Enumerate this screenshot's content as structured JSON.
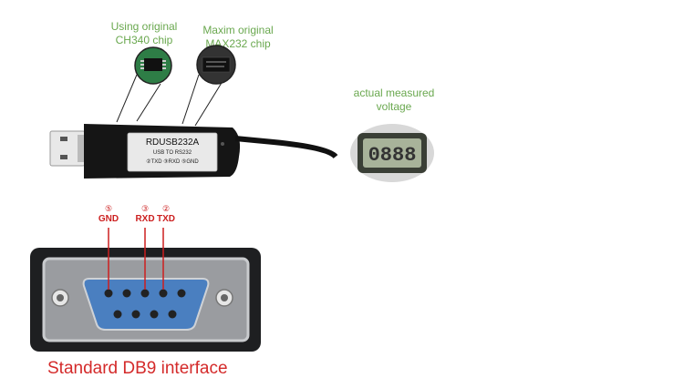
{
  "annotations": {
    "chip1_line1": "Using original",
    "chip1_line2": "CH340 chip",
    "chip2_line1": "Maxim original",
    "chip2_line2": "MAX232 chip",
    "voltage_line1": "actual measured",
    "voltage_line2": "voltage"
  },
  "cable": {
    "model": "RDUSB232A",
    "subtitle": "USB TO RS232",
    "pins_text": "②TXD ③RXD ⑤GND"
  },
  "pins": [
    {
      "num": "⑤",
      "label": "GND"
    },
    {
      "num": "③",
      "label": "RXD"
    },
    {
      "num": "②",
      "label": "TXD"
    }
  ],
  "connector_title": "Standard DB9 interface",
  "colors": {
    "annotation_green": "#6aa84f",
    "pin_red": "#cc1f1f",
    "title_red": "#d42a2a",
    "connector_blue": "#4a7fc0"
  }
}
